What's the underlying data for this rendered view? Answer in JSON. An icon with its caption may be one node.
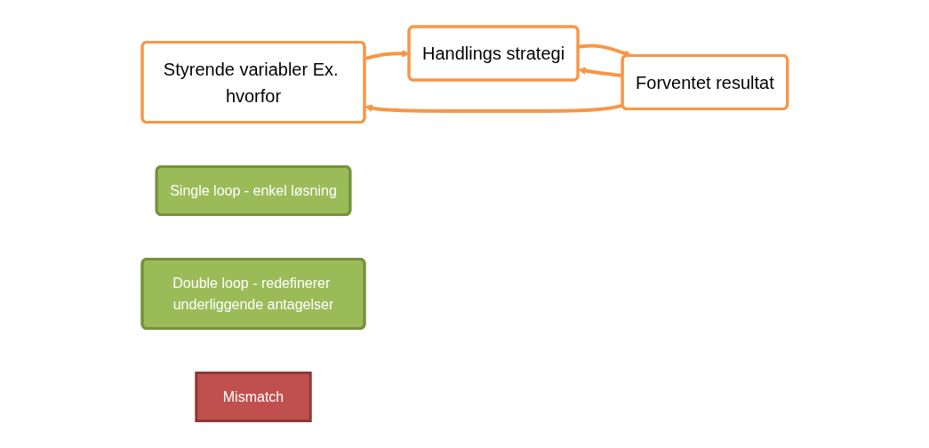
{
  "diagram": {
    "nodes": [
      {
        "text": [
          "Styrende variabler Ex. hvorfor"
        ]
      },
      {
        "text": [
          "Handlings strategi"
        ]
      },
      {
        "text": [
          "Forventet resultat"
        ]
      },
      {
        "text": [
          "Single loop - enkel løsning"
        ]
      },
      {
        "text": [
          "Double loop - redefinerer underliggende antagelser"
        ]
      },
      {
        "text": [
          "Mismatch"
        ]
      }
    ],
    "edges": [
      {
        "from": 0,
        "to": 1,
        "arrow": "to"
      },
      {
        "from": 1,
        "to": 2,
        "arrow": "to"
      },
      {
        "from": 2,
        "to": 1,
        "arrow": "to"
      },
      {
        "from": 2,
        "to": 0,
        "arrow": "to"
      }
    ]
  }
}
